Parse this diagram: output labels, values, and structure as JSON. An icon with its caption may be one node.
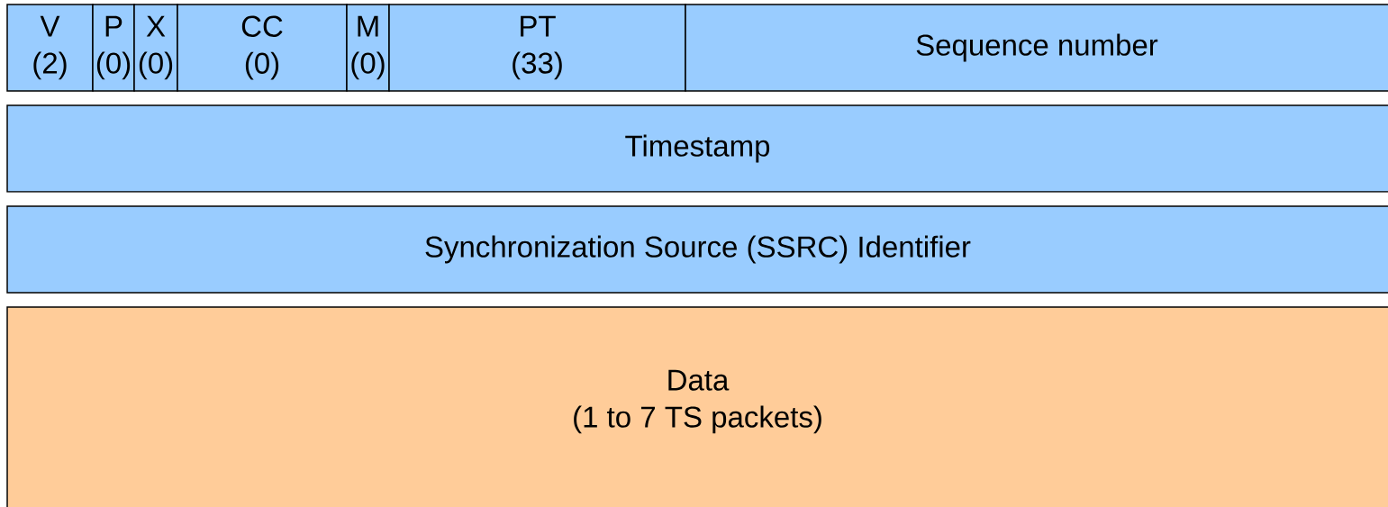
{
  "diagram": {
    "nodes": [
      {
        "text": [
          "V",
          "(2)"
        ]
      },
      {
        "text": [
          "P",
          "(0)"
        ]
      },
      {
        "text": [
          "X",
          "(0)"
        ]
      },
      {
        "text": [
          "CC",
          "(0)"
        ]
      },
      {
        "text": [
          "M",
          "(0)"
        ]
      },
      {
        "text": [
          "PT",
          "(33)"
        ]
      },
      {
        "text": [
          "Sequence number"
        ]
      },
      {
        "text": [
          "Timestamp"
        ]
      },
      {
        "text": [
          "Synchronization Source (SSRC) Identifier"
        ]
      },
      {
        "text": [
          "Data",
          "(1 to 7 TS packets)"
        ]
      }
    ]
  }
}
